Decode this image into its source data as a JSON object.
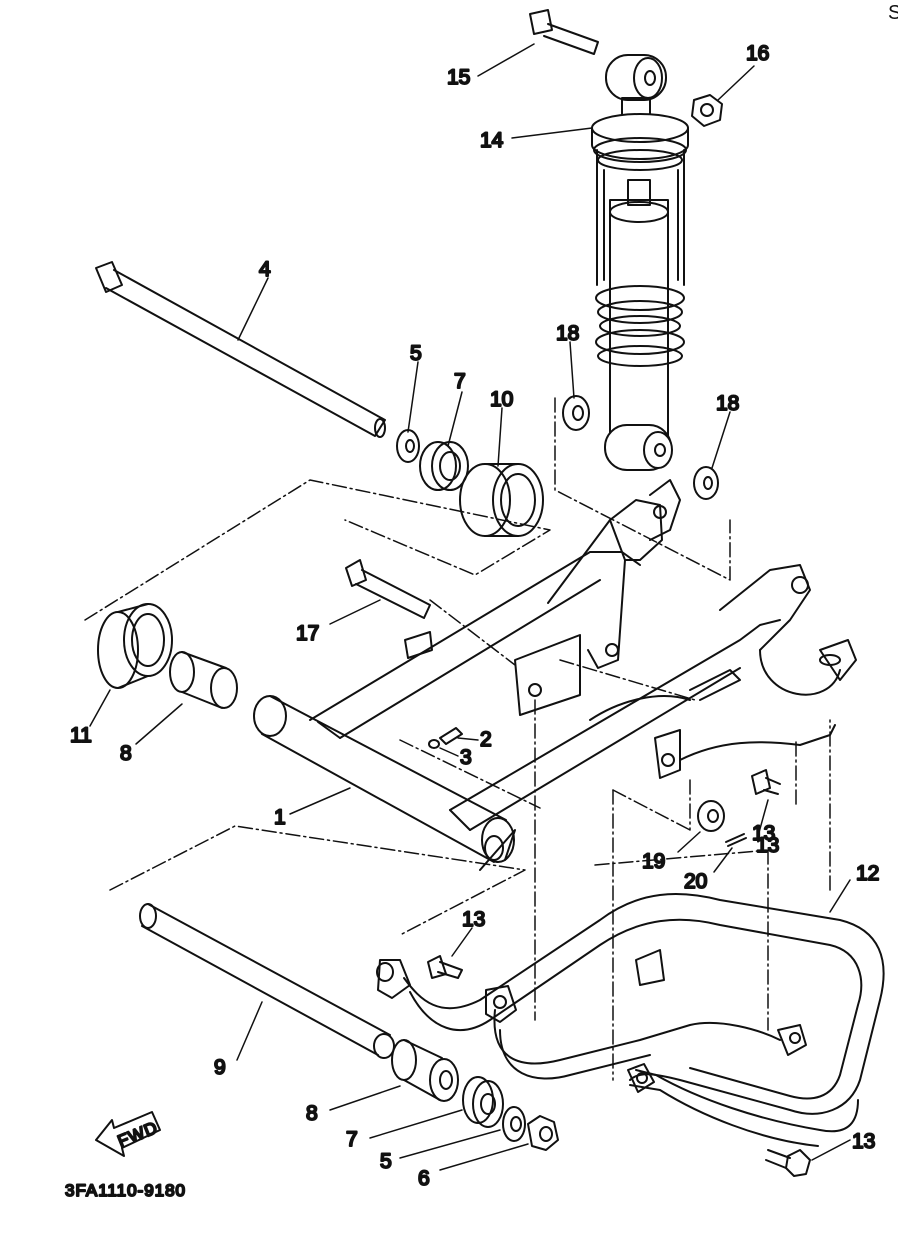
{
  "diagram": {
    "drawing_code": "3FA1110-9180",
    "fwd_arrow": "FWD",
    "edge_mark": "S",
    "callouts": [
      "1",
      "2",
      "3",
      "4",
      "5",
      "5",
      "6",
      "7",
      "7",
      "8",
      "8",
      "9",
      "10",
      "11",
      "12",
      "13",
      "13",
      "13",
      "13",
      "14",
      "15",
      "16",
      "17",
      "18",
      "18",
      "19",
      "20"
    ]
  },
  "colors": {
    "ink": "#111111",
    "paper": "#ffffff"
  }
}
